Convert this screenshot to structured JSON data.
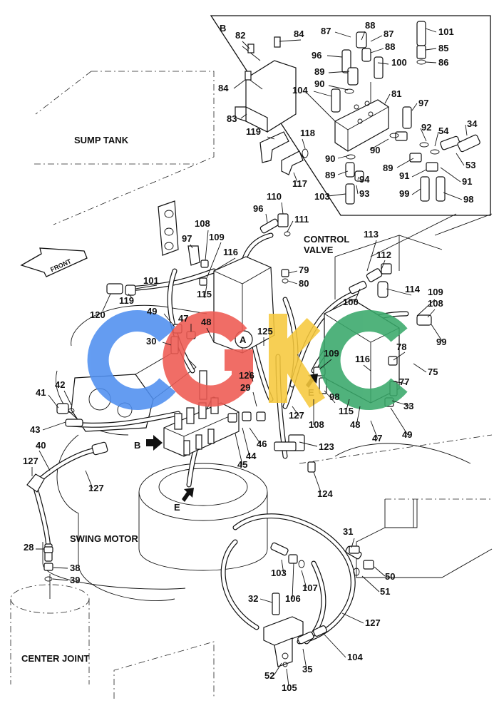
{
  "captions": {
    "sump_tank": "SUMP TANK",
    "control_valve_1": "CONTROL",
    "control_valve_2": "VALVE",
    "swing_motor": "SWING MOTOR",
    "center_joint": "CENTER JOINT",
    "front_arrow": "FRONT",
    "inset_letter": "B"
  },
  "markers": {
    "a": "A",
    "b": "B",
    "e1": "E",
    "e2": "E"
  },
  "watermark": {
    "text": "CGKC",
    "colors": [
      "#4f8ff0",
      "#ee5a52",
      "#f6c93d",
      "#39a86a"
    ]
  },
  "part_numbers": {
    "p82": "82",
    "p84a": "84",
    "p84b": "84",
    "p83": "83",
    "p87a": "87",
    "p88a": "88",
    "p87b": "87",
    "p88b": "88",
    "p96a": "96",
    "p89a": "89",
    "p90a": "90",
    "p104a": "104",
    "p101a": "101",
    "p85": "85",
    "p100a": "100",
    "p86": "86",
    "p81": "81",
    "p97a": "97",
    "p119a": "119",
    "p118": "118",
    "p117": "117",
    "p90b": "90",
    "p89b": "89",
    "p94": "94",
    "p103a": "103",
    "p93": "93",
    "p90c": "90",
    "p89c": "89",
    "p92": "92",
    "p54": "54",
    "p34": "34",
    "p91a": "91",
    "p91b": "91",
    "p53": "53",
    "p99a": "99",
    "p98a": "98",
    "p110": "110",
    "p96b": "96",
    "p111": "111",
    "p108a": "108",
    "p109a": "109",
    "p97b": "97",
    "p116a": "116",
    "p101b": "101",
    "p115a": "115",
    "p120": "120",
    "p119b": "119",
    "p79": "79",
    "p80": "80",
    "p113": "113",
    "p112": "112",
    "p100b": "100",
    "p114": "114",
    "p109b": "109",
    "p108b": "108",
    "p99b": "99",
    "p49a": "49",
    "p47a": "47",
    "p48a": "48",
    "p30": "30",
    "p125": "125",
    "p78": "78",
    "p109c": "109",
    "p116b": "116",
    "p75": "75",
    "p77": "77",
    "p126": "126",
    "p29": "29",
    "p98b": "98",
    "p33": "33",
    "p115b": "115",
    "p48b": "48",
    "p49b": "49",
    "p47b": "47",
    "p41": "41",
    "p42": "42",
    "p43": "43",
    "p127a": "127",
    "p108c": "108",
    "p123": "123",
    "p46": "46",
    "p44": "44",
    "p45": "45",
    "p40": "40",
    "p127b": "127",
    "p127c": "127",
    "p124": "124",
    "p28": "28",
    "p38": "38",
    "p39": "39",
    "p31": "31",
    "p50": "50",
    "p103b": "103",
    "p106": "106",
    "p107": "107",
    "p51": "51",
    "p32": "32",
    "p127d": "127",
    "p104b": "104",
    "p35": "35",
    "p52": "52",
    "p105": "105"
  }
}
